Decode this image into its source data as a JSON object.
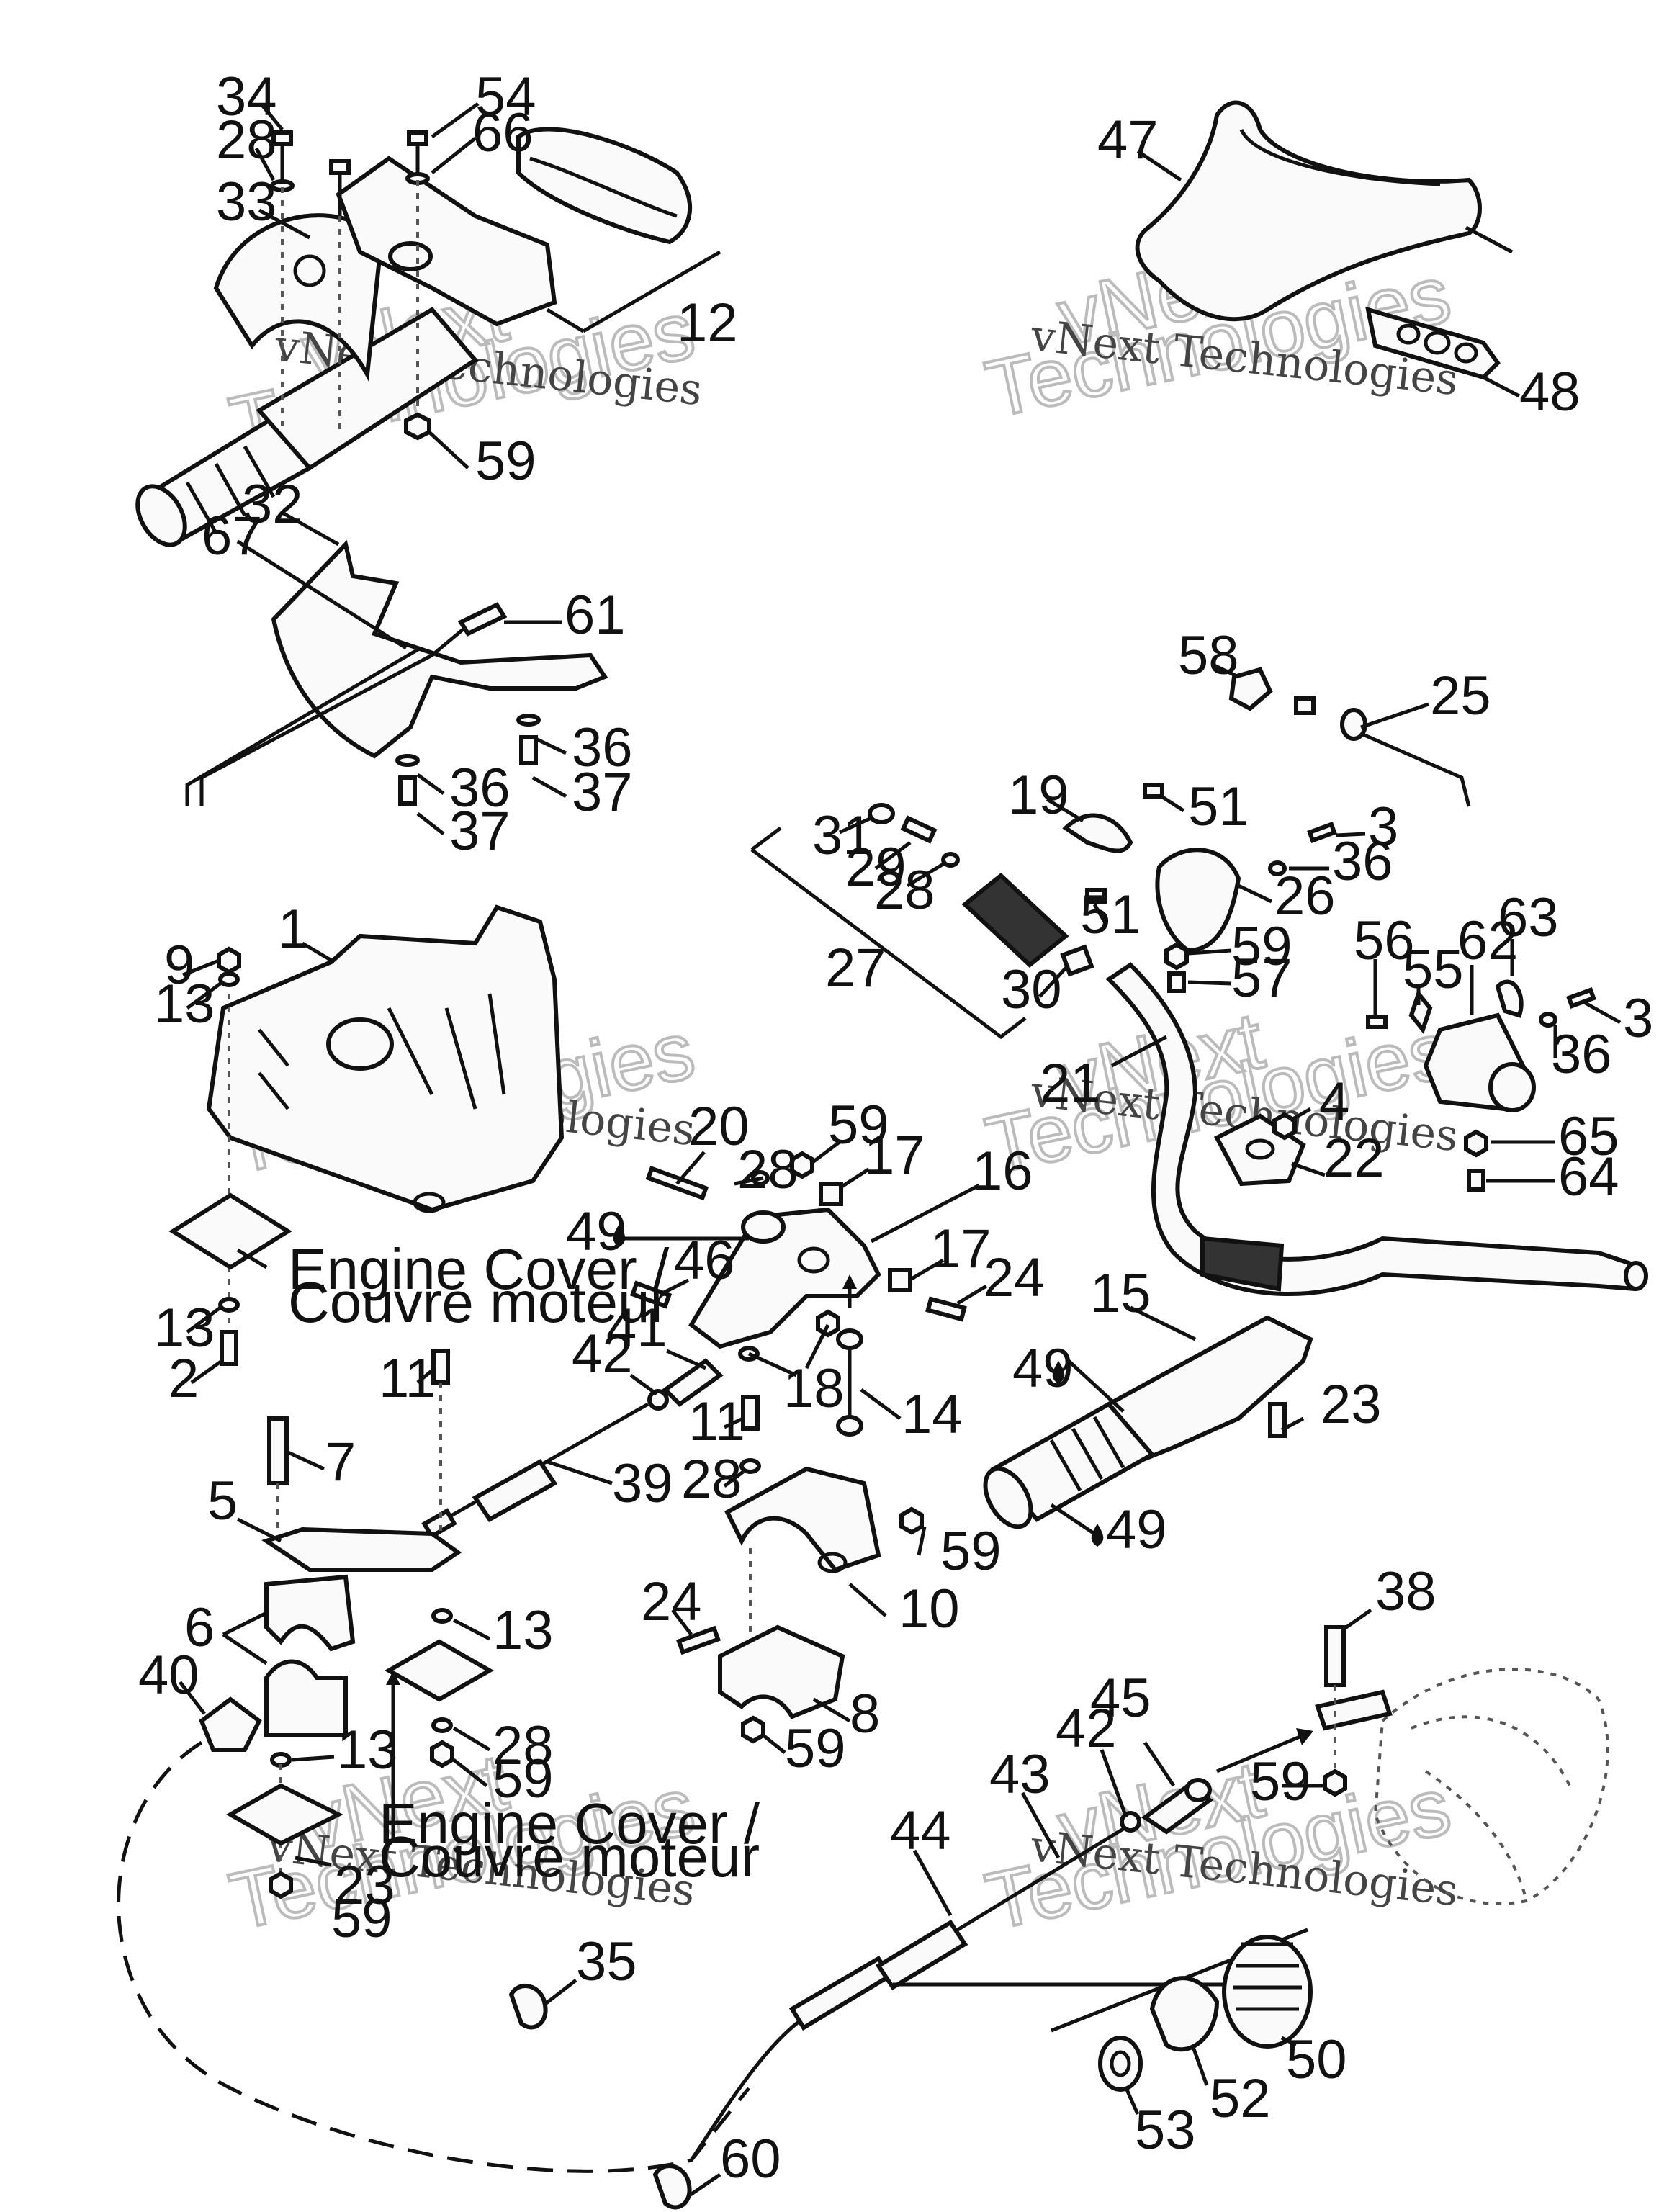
{
  "callouts": {
    "c1": "1",
    "c2": "2",
    "c3a": "3",
    "c3b": "3",
    "c4": "4",
    "c5": "5",
    "c6": "6",
    "c7": "7",
    "c8": "8",
    "c9": "9",
    "c10": "10",
    "c11a": "11",
    "c11b": "11",
    "c12": "12",
    "c13a": "13",
    "c13b": "13",
    "c13c": "13",
    "c13d": "13",
    "c14": "14",
    "c15": "15",
    "c16": "16",
    "c17a": "17",
    "c17b": "17",
    "c18": "18",
    "c19": "19",
    "c20": "20",
    "c21": "21",
    "c22": "22",
    "c23a": "23",
    "c23b": "23",
    "c24a": "24",
    "c24b": "24",
    "c25": "25",
    "c26": "26",
    "c27": "27",
    "c28a": "28",
    "c28b": "28",
    "c28c": "28",
    "c28d": "28",
    "c28e": "28",
    "c29": "29",
    "c30": "30",
    "c31": "31",
    "c32": "32",
    "c33": "33",
    "c34": "34",
    "c35": "35",
    "c36a": "36",
    "c36b": "36",
    "c36c": "36",
    "c36d": "36",
    "c37a": "37",
    "c37b": "37",
    "c38": "38",
    "c39": "39",
    "c40": "40",
    "c41": "41",
    "c42a": "42",
    "c42b": "42",
    "c43": "43",
    "c44": "44",
    "c45": "45",
    "c46": "46",
    "c47": "47",
    "c48": "48",
    "c49a": "49",
    "c49b": "49",
    "c49c": "49",
    "c50": "50",
    "c51a": "51",
    "c51b": "51",
    "c52": "52",
    "c53": "53",
    "c54": "54",
    "c55": "55",
    "c56": "56",
    "c57": "57",
    "c58": "58",
    "c59a": "59",
    "c59b": "59",
    "c59c": "59",
    "c59d": "59",
    "c59e": "59",
    "c59f": "59",
    "c59g": "59",
    "c59h": "59",
    "c60": "60",
    "c61": "61",
    "c62": "62",
    "c63": "63",
    "c64": "64",
    "c65": "65",
    "c66": "66",
    "c67": "67"
  },
  "notes": {
    "engine_cover_1_line1": "Engine Cover /",
    "engine_cover_1_line2": "Couvre moteur",
    "engine_cover_2_line1": "Engine Cover /",
    "engine_cover_2_line2": "Couvre moteur"
  },
  "watermarks": {
    "small": "vNext Technologies",
    "big_top": "vNext",
    "big_bottom": "Technologies"
  },
  "icons": {
    "oil_drop": "oil-drop-icon"
  }
}
